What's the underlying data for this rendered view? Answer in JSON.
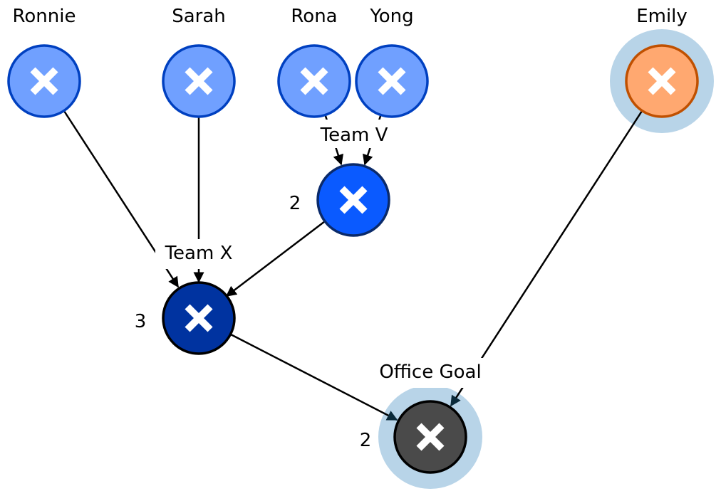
{
  "colors": {
    "person_fill": "#70a0ff",
    "person_stroke": "#0040c0",
    "team_v_fill": "#0a5aff",
    "team_v_stroke": "#0a2a6a",
    "team_x_fill": "#0033a0",
    "team_x_stroke": "#000000",
    "goal_fill": "#4a4a4a",
    "goal_stroke": "#000000",
    "emily_fill": "#ffa870",
    "emily_stroke": "#c05000",
    "halo": "#b8d4e8",
    "arrow_dark": "#000000",
    "arrow_navy": "#0a2a3a"
  },
  "nodes": {
    "ronnie": {
      "label": "Ronnie",
      "icon": "close-icon"
    },
    "sarah": {
      "label": "Sarah",
      "icon": "close-icon"
    },
    "rona": {
      "label": "Rona",
      "icon": "close-icon"
    },
    "yong": {
      "label": "Yong",
      "icon": "close-icon"
    },
    "emily": {
      "label": "Emily",
      "icon": "close-icon"
    },
    "team_v": {
      "label": "Team V",
      "count": "2",
      "icon": "close-icon"
    },
    "team_x": {
      "label": "Team X",
      "count": "3",
      "icon": "close-icon"
    },
    "office_goal": {
      "label": "Office Goal",
      "count": "2",
      "icon": "close-icon"
    }
  },
  "edges": [
    {
      "from": "Ronnie",
      "to": "Team X"
    },
    {
      "from": "Sarah",
      "to": "Team X"
    },
    {
      "from": "Rona",
      "to": "Team V"
    },
    {
      "from": "Yong",
      "to": "Team V"
    },
    {
      "from": "Team V",
      "to": "Team X"
    },
    {
      "from": "Team X",
      "to": "Office Goal"
    },
    {
      "from": "Emily",
      "to": "Office Goal"
    }
  ]
}
